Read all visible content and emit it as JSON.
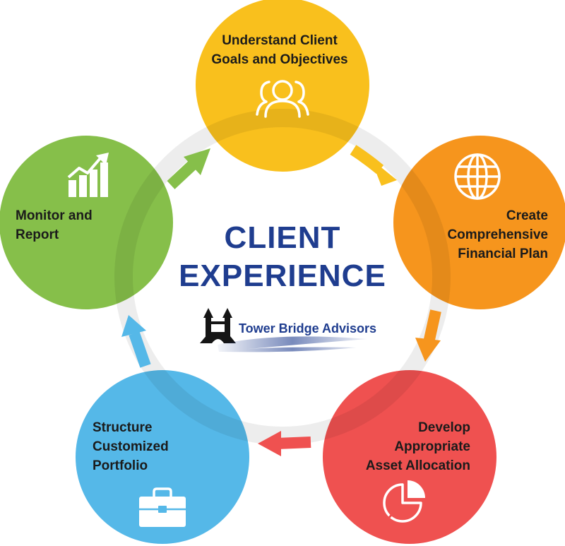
{
  "center": {
    "title_line1": "CLIENT",
    "title_line2": "EXPERIENCE",
    "brand_name": "Tower Bridge Advisors"
  },
  "steps": [
    {
      "lines": [
        "Understand Client",
        "Goals and Objectives"
      ],
      "color": "#f9c01d",
      "icon": "people-icon"
    },
    {
      "lines": [
        "Create",
        "Comprehensive",
        "Financial Plan"
      ],
      "color": "#f6951d",
      "icon": "globe-icon"
    },
    {
      "lines": [
        "Develop",
        "Appropriate",
        "Asset Allocation"
      ],
      "color": "#ef5150",
      "icon": "pie-chart-icon"
    },
    {
      "lines": [
        "Structure",
        "Customized",
        "Portfolio"
      ],
      "color": "#55b8e8",
      "icon": "briefcase-icon"
    },
    {
      "lines": [
        "Monitor and",
        "Report"
      ],
      "color": "#86bf4a",
      "icon": "growth-chart-icon"
    }
  ],
  "colors": {
    "title": "#1f3d8f",
    "ring": "#000000",
    "arrow_yellow": "#f9c01d",
    "arrow_orange": "#f6951d",
    "arrow_red": "#ef5150",
    "arrow_blue": "#55b8e8",
    "arrow_green": "#86bf4a"
  }
}
